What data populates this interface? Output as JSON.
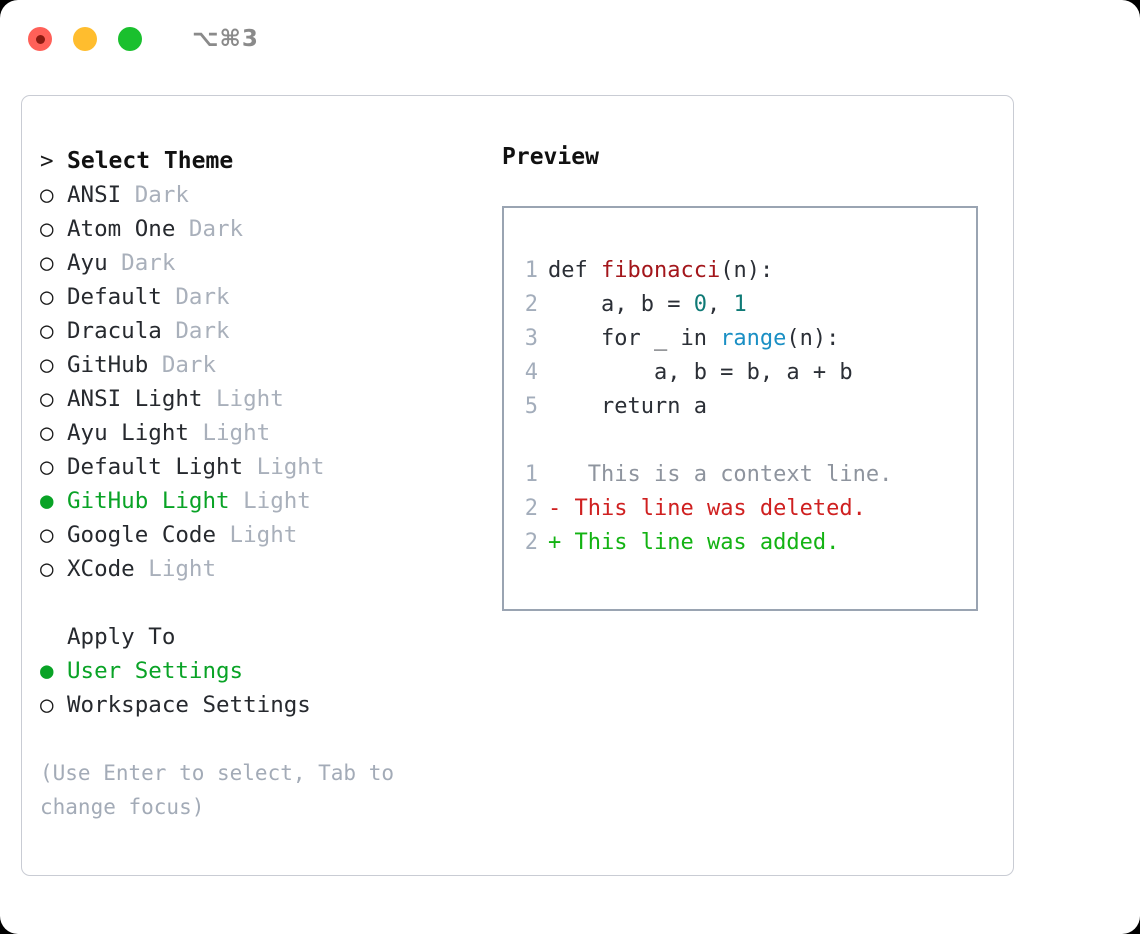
{
  "titlebar": {
    "shortcut": "⌥⌘3",
    "buttons": [
      {
        "name": "close",
        "color": "#ff6058"
      },
      {
        "name": "minimize",
        "color": "#ffbd2e"
      },
      {
        "name": "maximize",
        "color": "#1ac02e"
      }
    ]
  },
  "colors": {
    "accent_green": "#09a326",
    "muted": "#a9b0bb",
    "text": "#26292e",
    "panel_border": "#c9ccd4",
    "code_border": "#9aa4b2",
    "fn": "#a3161b",
    "num": "#0f7a76",
    "call": "#1a8fc4",
    "diff_del": "#cf2020",
    "diff_add": "#13b313"
  },
  "theme_picker": {
    "header_marker": ">",
    "header": "Select Theme",
    "marker_selected": "●",
    "marker_unselected": "○",
    "items": [
      {
        "name": "ANSI",
        "tag": "Dark",
        "selected": false
      },
      {
        "name": "Atom One",
        "tag": "Dark",
        "selected": false
      },
      {
        "name": "Ayu",
        "tag": "Dark",
        "selected": false
      },
      {
        "name": "Default",
        "tag": "Dark",
        "selected": false
      },
      {
        "name": "Dracula",
        "tag": "Dark",
        "selected": false
      },
      {
        "name": "GitHub",
        "tag": "Dark",
        "selected": false
      },
      {
        "name": "ANSI Light",
        "tag": "Light",
        "selected": false
      },
      {
        "name": "Ayu Light",
        "tag": "Light",
        "selected": false
      },
      {
        "name": "Default Light",
        "tag": "Light",
        "selected": false
      },
      {
        "name": "GitHub Light",
        "tag": "Light",
        "selected": true
      },
      {
        "name": "Google Code",
        "tag": "Light",
        "selected": false
      },
      {
        "name": "XCode",
        "tag": "Light",
        "selected": false
      }
    ]
  },
  "apply_to": {
    "header": "Apply To",
    "items": [
      {
        "name": "User Settings",
        "selected": true
      },
      {
        "name": "Workspace Settings",
        "selected": false
      }
    ]
  },
  "hint": "(Use Enter to select, Tab to change focus)",
  "preview": {
    "title": "Preview",
    "code_lines": [
      {
        "n": "1",
        "segments": [
          {
            "t": "def ",
            "k": "plain"
          },
          {
            "t": "fibonacci",
            "k": "fn"
          },
          {
            "t": "(n):",
            "k": "plain"
          }
        ]
      },
      {
        "n": "2",
        "segments": [
          {
            "t": "    a, b = ",
            "k": "plain"
          },
          {
            "t": "0",
            "k": "num"
          },
          {
            "t": ", ",
            "k": "plain"
          },
          {
            "t": "1",
            "k": "num"
          }
        ]
      },
      {
        "n": "3",
        "segments": [
          {
            "t": "    for _ in ",
            "k": "plain"
          },
          {
            "t": "range",
            "k": "call"
          },
          {
            "t": "(n):",
            "k": "plain"
          }
        ]
      },
      {
        "n": "4",
        "segments": [
          {
            "t": "        a, b = b, a + b",
            "k": "plain"
          }
        ]
      },
      {
        "n": "5",
        "segments": [
          {
            "t": "    return a",
            "k": "plain"
          }
        ]
      }
    ],
    "diff_lines": [
      {
        "n": "1",
        "sign": " ",
        "text": "  This is a context line.",
        "kind": "ctx"
      },
      {
        "n": "2",
        "sign": "-",
        "text": " This line was deleted.",
        "kind": "del"
      },
      {
        "n": "2",
        "sign": "+",
        "text": " This line was added.",
        "kind": "add"
      }
    ]
  }
}
